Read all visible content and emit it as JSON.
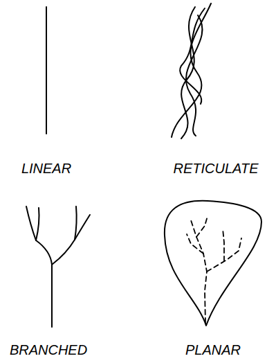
{
  "diagram": {
    "labels": [
      "LINEAR",
      "RETICULATE",
      "BRANCHED",
      "PLANAR"
    ]
  }
}
